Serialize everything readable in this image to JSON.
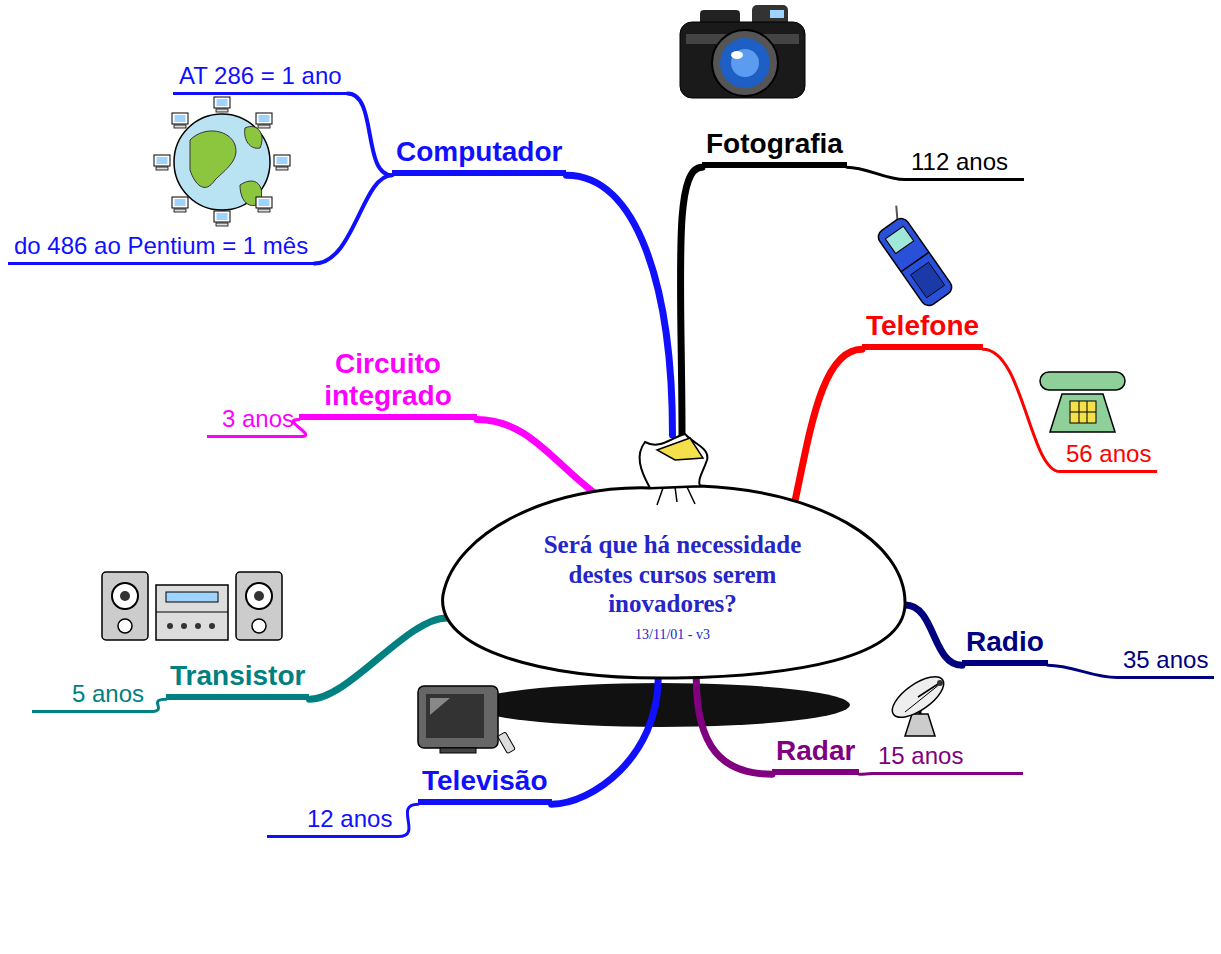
{
  "diagram": {
    "nodes": [
      {
        "text": [
          "Será que há necessidade destes cursos serem inovadores?",
          "13/11/01 - v3"
        ]
      },
      {
        "text": [
          "Computador"
        ]
      },
      {
        "text": [
          "AT 286 = 1 ano"
        ]
      },
      {
        "text": [
          "do 486 ao Pentium = 1 mês"
        ]
      },
      {
        "text": [
          "Fotografia"
        ]
      },
      {
        "text": [
          "112 anos"
        ]
      },
      {
        "text": [
          "Telefone"
        ]
      },
      {
        "text": [
          "56 anos"
        ]
      },
      {
        "text": [
          "Radio"
        ]
      },
      {
        "text": [
          "35 anos"
        ]
      },
      {
        "text": [
          "Radar"
        ]
      },
      {
        "text": [
          "15 anos"
        ]
      },
      {
        "text": [
          "Televisão"
        ]
      },
      {
        "text": [
          "12 anos"
        ]
      },
      {
        "text": [
          "Transistor"
        ]
      },
      {
        "text": [
          "5 anos"
        ]
      },
      {
        "text": [
          "Circuito integrado"
        ]
      },
      {
        "text": [
          "3 anos"
        ]
      }
    ],
    "edges": [
      {
        "from": 0,
        "to": 1,
        "arrow": "none"
      },
      {
        "from": 1,
        "to": 2,
        "arrow": "none"
      },
      {
        "from": 1,
        "to": 3,
        "arrow": "none"
      },
      {
        "from": 0,
        "to": 4,
        "arrow": "none"
      },
      {
        "from": 4,
        "to": 5,
        "arrow": "none"
      },
      {
        "from": 0,
        "to": 6,
        "arrow": "none"
      },
      {
        "from": 6,
        "to": 7,
        "arrow": "none"
      },
      {
        "from": 0,
        "to": 8,
        "arrow": "none"
      },
      {
        "from": 8,
        "to": 9,
        "arrow": "none"
      },
      {
        "from": 0,
        "to": 10,
        "arrow": "none"
      },
      {
        "from": 10,
        "to": 11,
        "arrow": "none"
      },
      {
        "from": 0,
        "to": 12,
        "arrow": "none"
      },
      {
        "from": 12,
        "to": 13,
        "arrow": "none"
      },
      {
        "from": 0,
        "to": 14,
        "arrow": "none"
      },
      {
        "from": 14,
        "to": 15,
        "arrow": "none"
      },
      {
        "from": 0,
        "to": 16,
        "arrow": "none"
      },
      {
        "from": 16,
        "to": 17,
        "arrow": "none"
      }
    ]
  }
}
